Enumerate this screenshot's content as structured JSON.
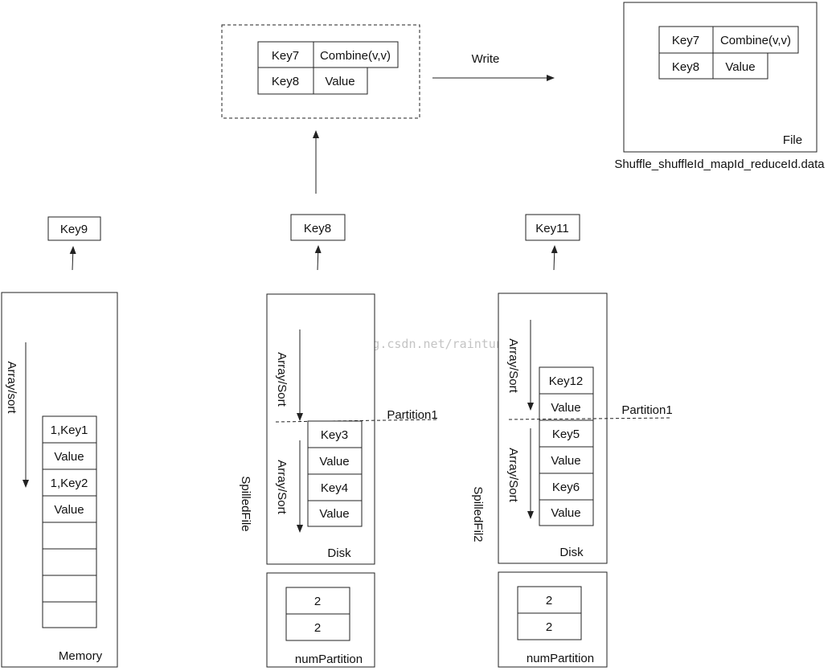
{
  "watermark": "http://blog.csdn.net/raintungli",
  "top_buffer": {
    "rows": [
      [
        "Key7",
        "Combine(v,v)"
      ],
      [
        "Key8",
        "Value"
      ]
    ]
  },
  "write_label": "Write",
  "output_file": {
    "rows": [
      [
        "Key7",
        "Combine(v,v)"
      ],
      [
        "Key8",
        "Value"
      ]
    ],
    "label": "File",
    "filename": "Shuffle_shuffleId_mapId_reduceId.data"
  },
  "heads": {
    "memory": "Key9",
    "spill1": "Key8",
    "spill2": "Key11"
  },
  "memory": {
    "sort_label": "Array/sort",
    "cells": [
      "1,Key1",
      "Value",
      "1,Key2",
      "Value",
      "",
      "",
      "",
      ""
    ],
    "label": "Memory"
  },
  "spill1": {
    "side_label": "SpilledFile",
    "sort_label_1": "Array/Sort",
    "sort_label_2": "Array/Sort",
    "partition_label": "Partition1",
    "cells": [
      "Key3",
      "Value",
      "Key4",
      "Value"
    ],
    "disk_label": "Disk",
    "num_cells": [
      "2",
      "2"
    ],
    "num_label": "numPartition"
  },
  "spill2": {
    "side_label": "SpilledFil2",
    "sort_label_1": "Array/Sort",
    "sort_label_2": "Array/Sort",
    "partition_label": "Partition1",
    "cells_top": [
      "Key12",
      "Value"
    ],
    "cells": [
      "Key5",
      "Value",
      "Key6",
      "Value"
    ],
    "disk_label": "Disk",
    "num_cells": [
      "2",
      "2"
    ],
    "num_label": "numPartition"
  }
}
